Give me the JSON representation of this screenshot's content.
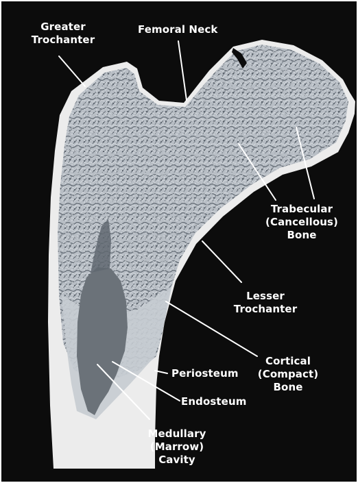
{
  "labels": {
    "greater_trochanter": [
      "Greater",
      "Trochanter"
    ],
    "femoral_neck": [
      "Femoral Neck"
    ],
    "trabecular_bone": [
      "Trabecular",
      "(Cancellous)",
      "Bone"
    ],
    "lesser_trochanter": [
      "Lesser",
      "Trochanter"
    ],
    "cortical_bone": [
      "Cortical",
      "(Compact)",
      "Bone"
    ],
    "periosteum": [
      "Periosteum"
    ],
    "endosteum": [
      "Endosteum"
    ],
    "medullary_cavity": [
      "Medullary",
      "(Marrow)",
      "Cavity"
    ]
  },
  "colors": {
    "background": "#0c0c0c",
    "cortical": "#ececec",
    "trabecular_light": "#c9ced4",
    "trabecular_dark": "#5f6770",
    "marrow": "#6b7279",
    "text": "#ffffff",
    "leader": "#ffffff"
  }
}
